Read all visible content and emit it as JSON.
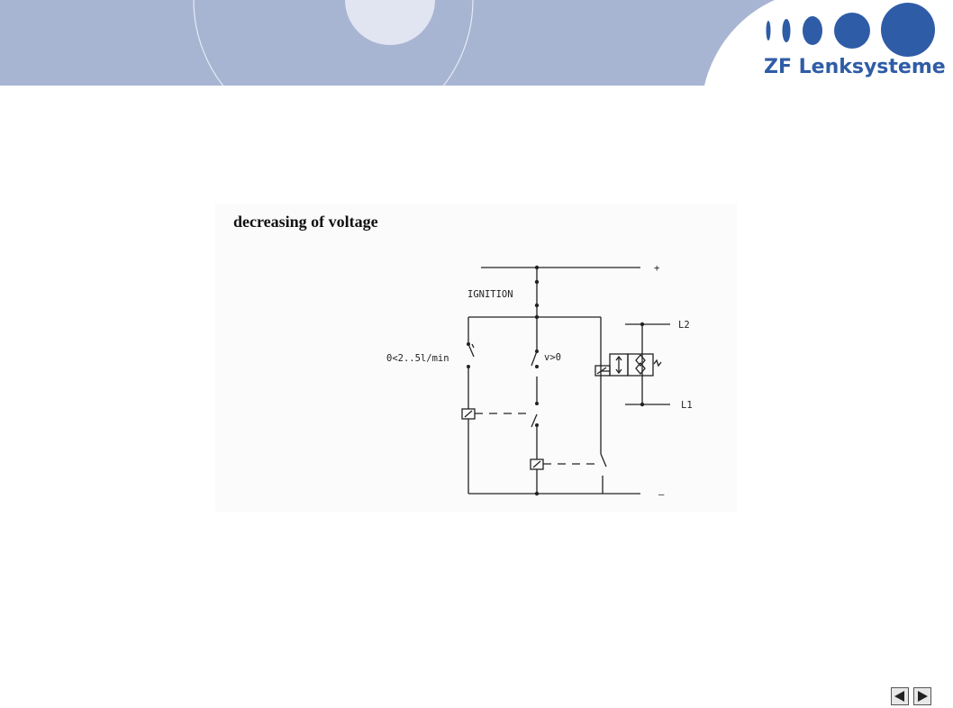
{
  "header": {
    "brand_text": "ZF Lenksysteme"
  },
  "diagram": {
    "title": "decreasing of voltage",
    "labels": {
      "plus": "+",
      "minus": "–",
      "ignition": "IGNITION",
      "flow_condition": "0<2..5l/min",
      "speed_condition": "v>0",
      "line_l2": "L2",
      "line_l1": "L1"
    }
  },
  "navigation": {
    "prev_icon": "triangle-left-icon",
    "next_icon": "triangle-right-icon"
  },
  "colors": {
    "banner": "#a8b5d2",
    "brand_blue": "#2f5ca6",
    "circle_light": "#dfe4f0"
  }
}
